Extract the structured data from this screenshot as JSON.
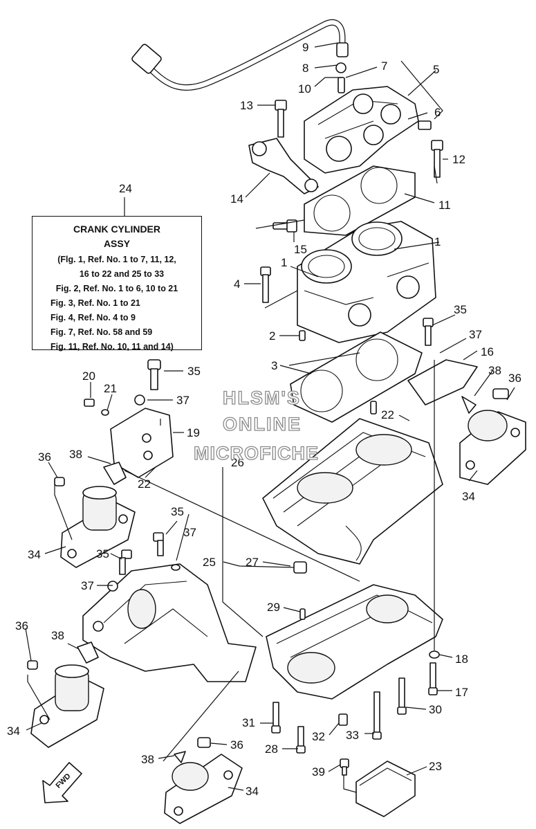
{
  "callouts": {
    "c1a": "1",
    "c1b": "1",
    "c2": "2",
    "c3": "3",
    "c4": "4",
    "c5": "5",
    "c6": "6",
    "c7": "7",
    "c8": "8",
    "c9": "9",
    "c10": "10",
    "c11": "11",
    "c12": "12",
    "c13": "13",
    "c14": "14",
    "c15": "15",
    "c16": "16",
    "c17": "17",
    "c18": "18",
    "c19": "19",
    "c20": "20",
    "c21": "21",
    "c22a": "22",
    "c22b": "22",
    "c23": "23",
    "c24": "24",
    "c25": "25",
    "c26": "26",
    "c27": "27",
    "c28": "28",
    "c29": "29",
    "c30": "30",
    "c31": "31",
    "c32": "32",
    "c33": "33",
    "c34a": "34",
    "c34b": "34",
    "c34c": "34",
    "c34d": "34",
    "c35a": "35",
    "c35b": "35",
    "c35c": "35",
    "c35d": "35",
    "c36a": "36",
    "c36b": "36",
    "c36c": "36",
    "c36d": "36",
    "c37a": "37",
    "c37b": "37",
    "c37c": "37",
    "c37d": "37",
    "c38a": "38",
    "c38b": "38",
    "c38c": "38",
    "c38d": "38",
    "c39": "39"
  },
  "info_box": {
    "title": "CRANK CYLINDER",
    "subtitle": "ASSY",
    "lines": [
      "(Flg. 1, Ref. No. 1 to 7, 11, 12,",
      "16 to 22 and 25 to 33",
      "Fig. 2, Ref. No. 1 to 6, 10 to 21",
      "Fig. 3, Ref. No. 1 to 21",
      "Fig. 4, Ref. No. 4 to 9",
      "Fig. 7, Ref. No. 58 and 59",
      "Fig. 11, Ref. No. 10, 11 and 14)"
    ]
  },
  "watermark": {
    "line1": "HLSM'S",
    "line2": "ONLINE",
    "line3": "MICROFICHE"
  },
  "fwd_label": "FWD"
}
